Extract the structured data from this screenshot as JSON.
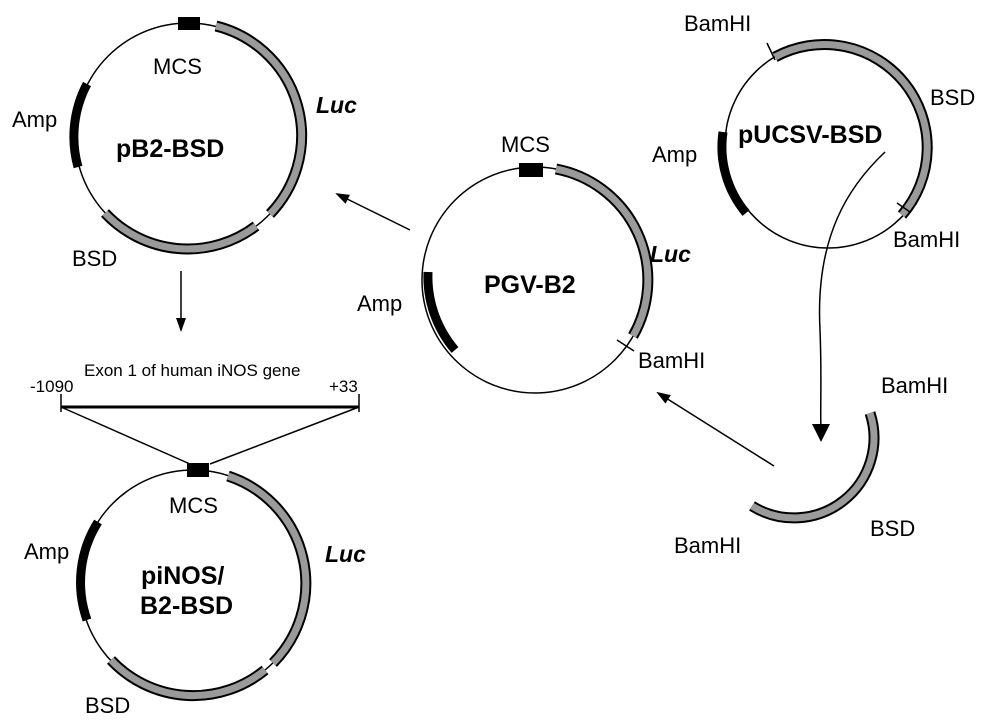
{
  "plasmids": {
    "pb2": {
      "name": "pB2-BSD",
      "mcs": "MCS",
      "luc": "Luc",
      "amp": "Amp",
      "bsd": "BSD"
    },
    "pgv": {
      "name": "PGV-B2",
      "mcs": "MCS",
      "luc": "Luc",
      "amp": "Amp",
      "bamhi": "BamHI"
    },
    "pucsv": {
      "name": "pUCSV-BSD",
      "bamhi_top": "BamHI",
      "bsd": "BSD",
      "amp": "Amp",
      "bamhi_bottom": "BamHI"
    },
    "pinos": {
      "name_line1": "piNOS/",
      "name_line2": "B2-BSD",
      "mcs": "MCS",
      "luc": "Luc",
      "amp": "Amp",
      "bsd": "BSD"
    }
  },
  "fragment": {
    "bamhi_top": "BamHI",
    "bamhi_bottom": "BamHI",
    "bsd": "BSD"
  },
  "insert": {
    "label": "Exon 1 of human iNOS gene",
    "left_coord": "-1090",
    "right_coord": "+33"
  }
}
